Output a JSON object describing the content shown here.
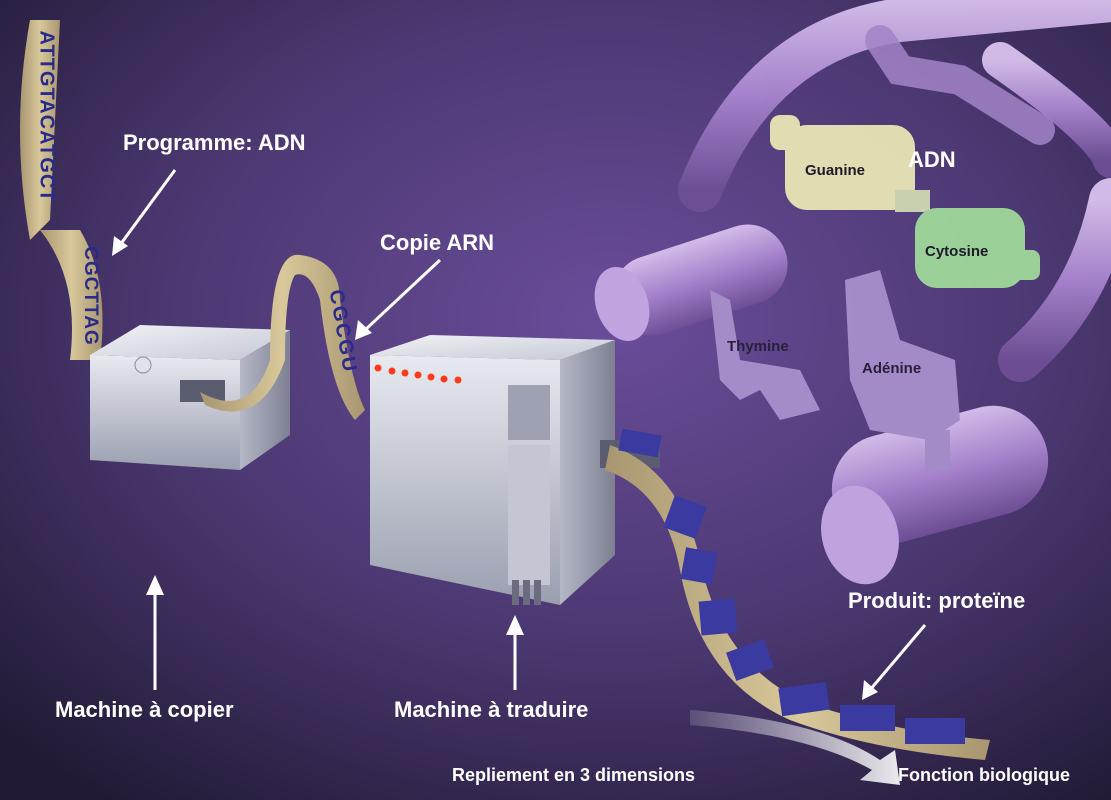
{
  "labels": {
    "programme": "Programme: ADN",
    "copie": "Copie ARN",
    "machine_copier": "Machine à copier",
    "machine_traduire": "Machine à traduire",
    "produit": "Produit: proteïne",
    "repliement": "Repliement en 3 dimensions",
    "fonction": "Fonction biologique",
    "adn": "ADN",
    "guanine": "Guanine",
    "cytosine": "Cytosine",
    "thymine": "Thymine",
    "adenine": "Adénine"
  },
  "tape_text": {
    "dna_top": "ATTGTACATGCT",
    "dna_lower": "CGCTTAG",
    "rna": "CGCGU"
  },
  "colors": {
    "background": "#4a3a72",
    "tape": "#c8b88a",
    "tape_letters": "#2a2a8a",
    "machine": "#c9ccd6",
    "protein": "#3a3aa0",
    "dna_strand": "#b79ad6",
    "guanine": "#e7e6b4",
    "cytosine": "#9fd89a",
    "indicator_lights": "#ff3a1a"
  }
}
